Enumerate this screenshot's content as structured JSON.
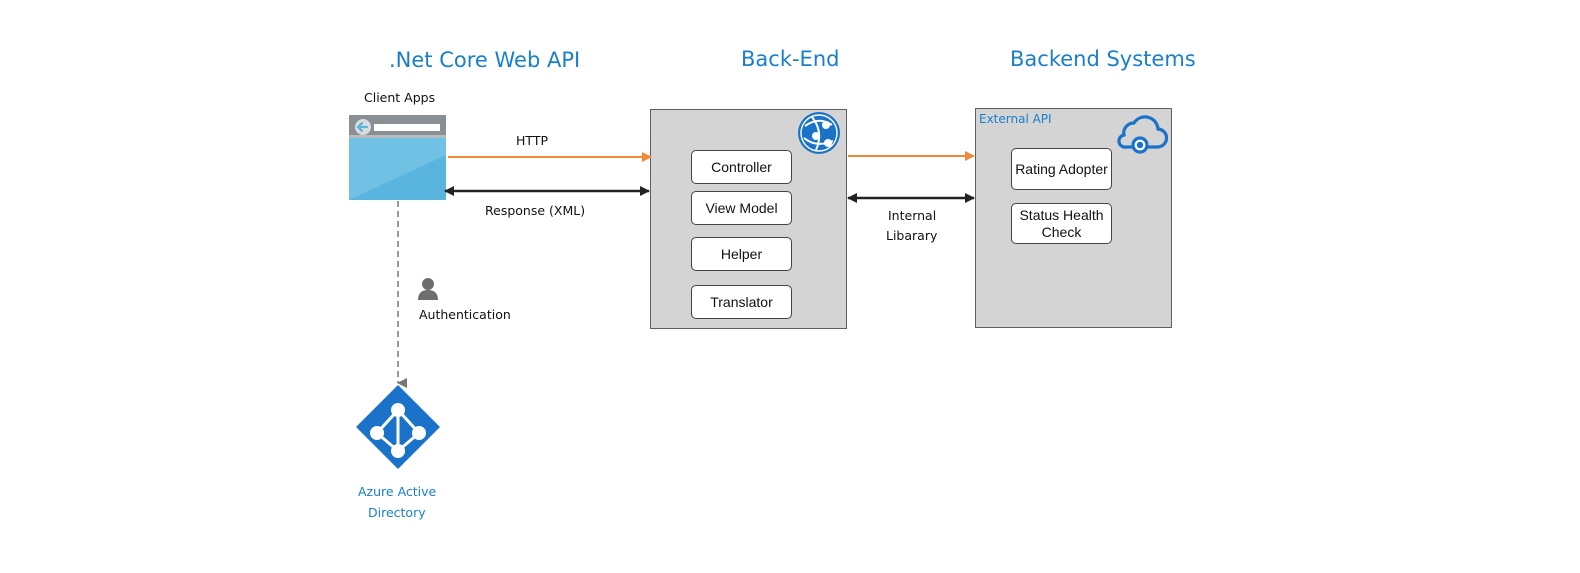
{
  "titles": {
    "web_api": ".Net Core Web API",
    "back_end": "Back-End",
    "backend_systems": "Backend Systems"
  },
  "client_apps": {
    "label": "Client Apps",
    "icon": "browser-window-icon"
  },
  "connections": {
    "http": "HTTP",
    "response": "Response (XML)",
    "internal_line1": "Internal",
    "internal_line2": "Libarary",
    "authentication": "Authentication"
  },
  "back_end_components": [
    "Controller",
    "View Model",
    "Helper",
    "Translator"
  ],
  "external_api": {
    "label": "External API",
    "components": [
      "Rating Adopter",
      "Status Health Check"
    ]
  },
  "azure_ad": {
    "line1": "Azure Active",
    "line2": "Directory",
    "icon": "azure-active-directory-icon"
  },
  "colors": {
    "title_blue": "#1a7fcb",
    "arrow_orange": "#ef8a3a",
    "arrow_dark": "#222222",
    "panel_grey": "#d4d4d4",
    "azure_blue": "#1a73c8"
  }
}
